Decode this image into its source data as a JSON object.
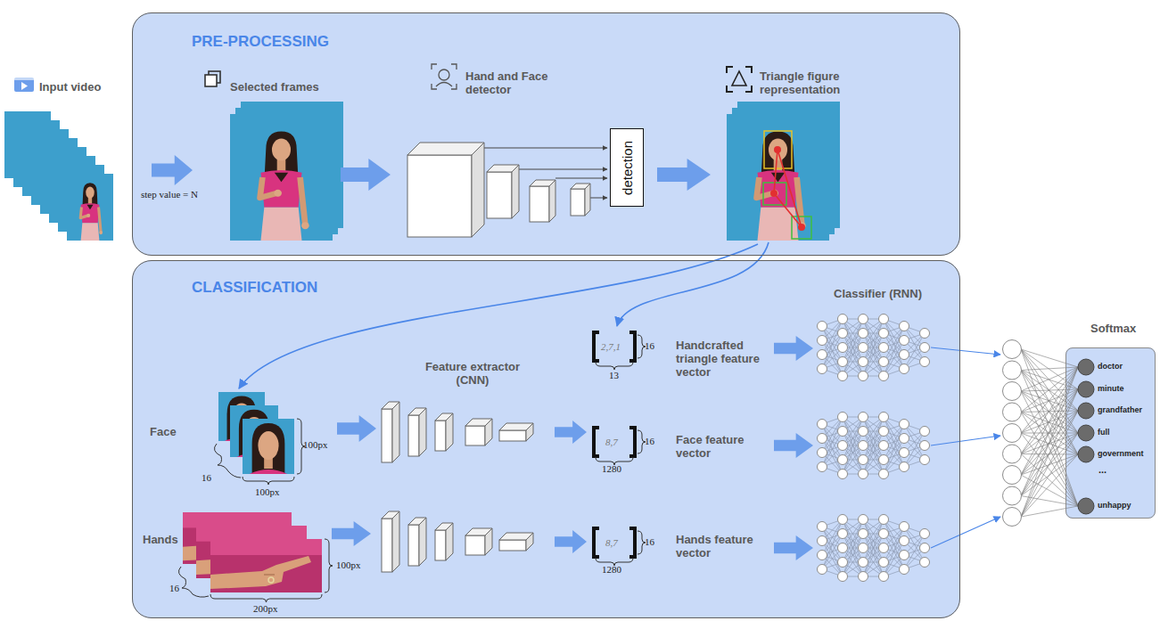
{
  "diagram": {
    "nodes": [
      {
        "text": [
          "PRE-PROCESSING"
        ]
      },
      {
        "text": [
          "detection"
        ],
        "in": 0
      },
      {
        "text": [
          "CLASSIFICATION"
        ]
      },
      {
        "text": [
          "Softmax"
        ]
      }
    ],
    "labels": [
      "Input video",
      "step value = N",
      "Selected frames",
      "Hand and Face detector",
      "Triangle figure representation",
      "Feature extractor (CNN)",
      "Classifier (RNN)",
      "Handcrafted triangle feature vector",
      "Face feature vector",
      "Hands feature vector",
      "Face",
      "Hands",
      "16",
      "100px",
      "100px",
      "16",
      "100px",
      "200px",
      "2,7,1",
      "16",
      "13",
      "8,7",
      "16",
      "1280",
      "8,7",
      "16",
      "1280",
      "doctor",
      "minute",
      "grandfather",
      "full",
      "government",
      "...",
      "unhappy"
    ]
  }
}
